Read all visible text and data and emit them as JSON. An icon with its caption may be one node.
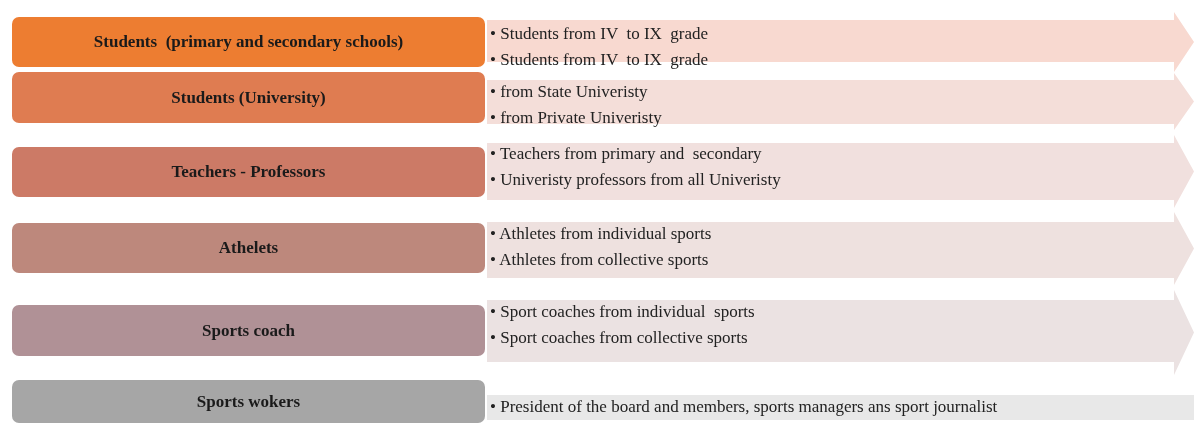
{
  "diagram": {
    "nodes": [
      {
        "text": [
          "Students  (primary and secondary schools)"
        ]
      },
      {
        "text": [
          "• Students from IV  to IX  grade",
          "• Students from IV  to IX  grade"
        ]
      },
      {
        "text": [
          "Students (University)"
        ]
      },
      {
        "text": [
          "• from State Univeristy",
          "• from Private Univeristy"
        ]
      },
      {
        "text": [
          "Teachers - Professors"
        ]
      },
      {
        "text": [
          "• Teachers from primary and  secondary",
          "• Univeristy professors from all Univeristy"
        ]
      },
      {
        "text": [
          "Athelets"
        ]
      },
      {
        "text": [
          "• Athletes from individual sports",
          "• Athletes from collective sports"
        ]
      },
      {
        "text": [
          "Sports coach"
        ]
      },
      {
        "text": [
          "• Sport coaches from individual  sports",
          "• Sport coaches from collective sports"
        ]
      },
      {
        "text": [
          "Sports wokers"
        ]
      },
      {
        "text": [
          "• President of the board and members, sports managers ans sport journalist"
        ]
      }
    ]
  }
}
